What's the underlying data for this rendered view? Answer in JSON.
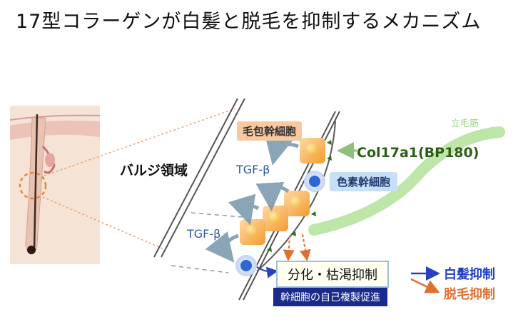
{
  "title": "17型コラーゲンが白髪と脱毛を抑制するメカニズム",
  "labels": {
    "bulge_region": "バルジ領域",
    "hair_follicle_stem_cell": "毛包幹細胞",
    "melanocyte_stem_cell": "色素幹細胞",
    "col17a1": "Col17a1(BP180)",
    "arrector_pili": "立毛筋",
    "tgf_beta_1": "TGF-β",
    "tgf_beta_2": "TGF-β",
    "differentiation": "分化・枯渇抑制",
    "self_renewal": "幹細胞の自己複製促進",
    "gray_hair": "白髪抑制",
    "hair_loss": "脱毛抑制"
  },
  "colors": {
    "stem_cell_orange": "#f5a23a",
    "melanocyte_blue": "#2f66d6",
    "muscle_green": "#b7e3a0",
    "tgf_blue": "#2c5aa0",
    "gray_arrow": "#2a3fc0",
    "loss_arrow": "#e07030"
  }
}
